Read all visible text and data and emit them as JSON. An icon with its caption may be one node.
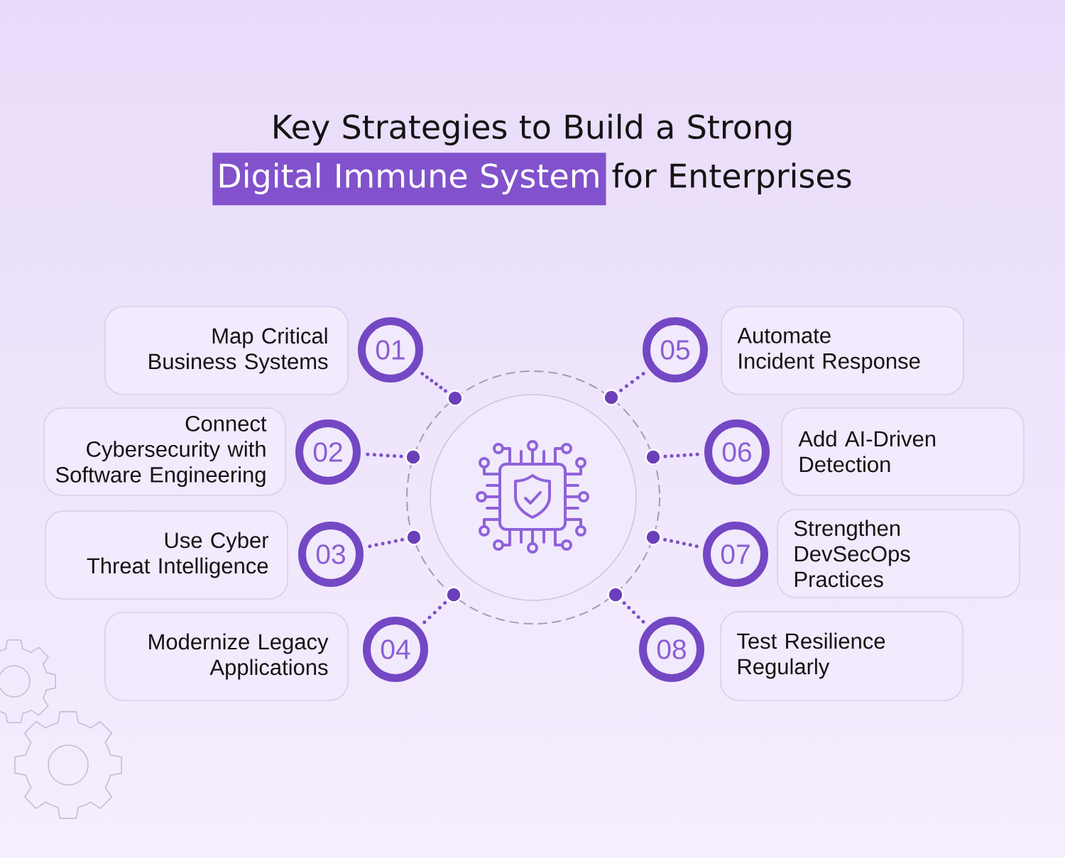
{
  "diagram": {
    "title": "Key Strategies to Build a Strong Digital Immune System for Enterprises",
    "nodes": [
      {
        "text": [
          "Map Critical Business Systems"
        ]
      },
      {
        "text": [
          "01"
        ]
      },
      {
        "text": [
          "Connect Cybersecurity with Software Engineering"
        ]
      },
      {
        "text": [
          "02"
        ]
      },
      {
        "text": [
          "Use Cyber Threat Intelligence"
        ]
      },
      {
        "text": [
          "03"
        ]
      },
      {
        "text": [
          "Modernize Legacy Applications"
        ]
      },
      {
        "text": [
          "04"
        ]
      },
      {
        "text": [
          "05"
        ]
      },
      {
        "text": [
          "Automate Incident Response"
        ]
      },
      {
        "text": [
          "06"
        ]
      },
      {
        "text": [
          "Add AI-Driven Detection"
        ]
      },
      {
        "text": [
          "07"
        ]
      },
      {
        "text": [
          "Strengthen DevSecOps Practices"
        ]
      },
      {
        "text": [
          "08"
        ]
      },
      {
        "text": [
          "Test Resilience Regularly"
        ]
      },
      {
        "text": [],
        "shape": "circle"
      },
      {
        "text": [],
        "shape": "circle"
      },
      {
        "text": [],
        "shape": "circle"
      },
      {
        "text": [],
        "shape": "circle"
      },
      {
        "text": [],
        "shape": "circle"
      },
      {
        "text": [],
        "shape": "circle"
      },
      {
        "text": [],
        "shape": "circle"
      },
      {
        "text": [],
        "shape": "circle"
      }
    ],
    "edges": [
      {
        "from": 1,
        "to": 16,
        "arrow": "none"
      },
      {
        "from": 3,
        "to": 17,
        "arrow": "none"
      },
      {
        "from": 5,
        "to": 18,
        "arrow": "none"
      },
      {
        "from": 7,
        "to": 19,
        "arrow": "none"
      },
      {
        "from": 8,
        "to": 20,
        "arrow": "none"
      },
      {
        "from": 10,
        "to": 21,
        "arrow": "none"
      },
      {
        "from": 12,
        "to": 22,
        "arrow": "none"
      },
      {
        "from": 14,
        "to": 23,
        "arrow": "none"
      }
    ]
  }
}
